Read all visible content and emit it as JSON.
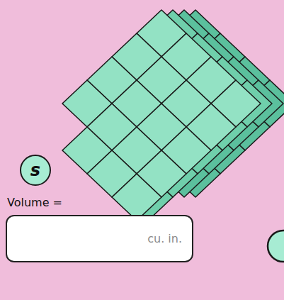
{
  "diagram": {
    "nodes": [
      {
        "text": [
          "s"
        ]
      },
      {
        "text": [
          "cu. in."
        ]
      }
    ],
    "labels": [
      "Volume ="
    ]
  }
}
